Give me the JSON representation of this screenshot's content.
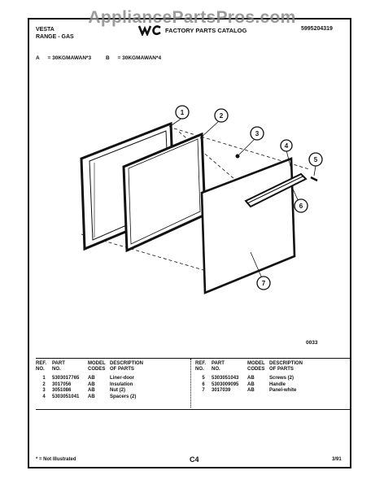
{
  "watermark": "AppliancePartsPros.com",
  "header": {
    "brand": "VESTA",
    "category": "RANGE - GAS",
    "catalog": "FACTORY PARTS CATALOG",
    "doc_number": "5995204319"
  },
  "models": [
    {
      "key": "A",
      "model": "30KGMAWAN*3"
    },
    {
      "key": "B",
      "model": "30KGMAWAN*4"
    }
  ],
  "diagram": {
    "callouts": [
      "1",
      "2",
      "3",
      "4",
      "5",
      "6",
      "7"
    ],
    "ref_code": "0033"
  },
  "parts_table": {
    "headers": {
      "ref_no": [
        "REF.",
        "NO."
      ],
      "part_no": [
        "PART",
        "NO."
      ],
      "model_codes": [
        "MODEL",
        "CODES"
      ],
      "description": [
        "DESCRIPTION",
        "OF PARTS"
      ]
    },
    "left": [
      {
        "ref": "1",
        "part": "5303017765",
        "code": "AB",
        "desc": "Liner-door"
      },
      {
        "ref": "2",
        "part": "3017056",
        "code": "AB",
        "desc": "Insulation"
      },
      {
        "ref": "3",
        "part": "3051086",
        "code": "AB",
        "desc": "Nut (2)"
      },
      {
        "ref": "4",
        "part": "5303051041",
        "code": "AB",
        "desc": "Spacers (2)"
      }
    ],
    "right": [
      {
        "ref": "5",
        "part": "5303051043",
        "code": "AB",
        "desc": "Screws (2)"
      },
      {
        "ref": "6",
        "part": "5303009095",
        "code": "AB",
        "desc": "Handle"
      },
      {
        "ref": "7",
        "part": "3017039",
        "code": "AB",
        "desc": "Panel-white"
      }
    ]
  },
  "footer": {
    "note": "* = Not Illustrated",
    "page": "C4",
    "date": "3/91"
  }
}
